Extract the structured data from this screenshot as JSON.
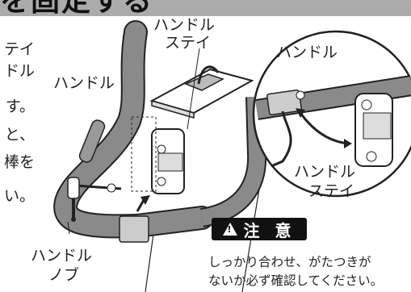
{
  "header": {
    "title": "を固定する"
  },
  "left_text": {
    "line1": "テイ",
    "line2": "ドル",
    "line3": "す。",
    "line4": "と、",
    "line5": "棒を",
    "line6": "い。"
  },
  "labels": {
    "handle_left": "ハンドル",
    "handle_stay_top_1": "ハンドル",
    "handle_stay_top_2": "ステイ",
    "zoom_handle": "ハンドル",
    "zoom_stay_1": "ハンドル",
    "zoom_stay_2": "ステイ",
    "knob_1": "ハンドル",
    "knob_2": "ノブ"
  },
  "caution": {
    "icon": "warning-triangle-icon",
    "title": "注 意",
    "line1": "しっかり合わせ、がたつきが",
    "line2": "ないか必ず確認してください。"
  },
  "colors": {
    "header_bar": "#ababab",
    "tube": "#8a8a8a",
    "badge": "#111111"
  }
}
